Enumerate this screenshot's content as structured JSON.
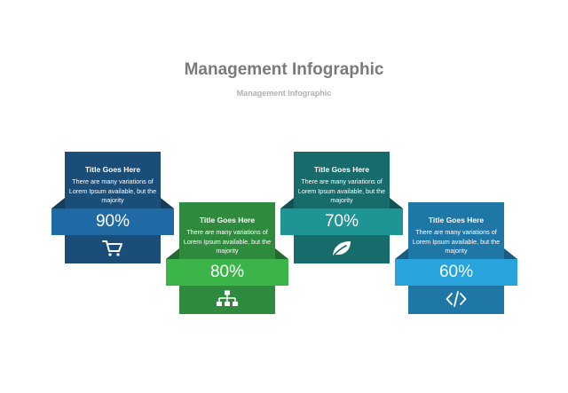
{
  "header": {
    "title": "Management Infographic",
    "subtitle": "Management Infographic"
  },
  "cards": [
    {
      "heading": "Title Goes Here",
      "description": "There are many variations of Lorem Ipsum available, but the majority",
      "percent_label": "90%",
      "percent": 90,
      "icon": "shopping-cart-icon",
      "panel_color": "#1a4e78",
      "band_color": "#1f6aa5",
      "fold_color": "#143c5d"
    },
    {
      "heading": "Title Goes Here",
      "description": "There are many variations of Lorem Ipsum available, but the majority",
      "percent_label": "80%",
      "percent": 80,
      "icon": "sitemap-icon",
      "panel_color": "#2e8b3d",
      "band_color": "#3bb54a",
      "fold_color": "#226a2d"
    },
    {
      "heading": "Title Goes Here",
      "description": "There are many variations of Lorem Ipsum available, but the majority",
      "percent_label": "70%",
      "percent": 70,
      "icon": "leaf-icon",
      "panel_color": "#176b6b",
      "band_color": "#1f9494",
      "fold_color": "#115252"
    },
    {
      "heading": "Title Goes Here",
      "description": "There are many variations of Lorem Ipsum available, but the majority",
      "percent_label": "60%",
      "percent": 60,
      "icon": "code-icon",
      "panel_color": "#1f77a8",
      "band_color": "#29a3dc",
      "fold_color": "#185d84"
    }
  ]
}
